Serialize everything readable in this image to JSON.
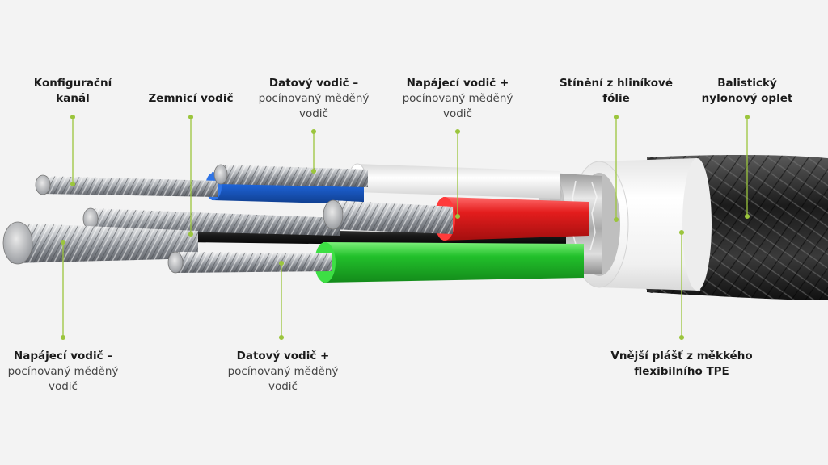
{
  "labels": {
    "config": [
      "Konfigurační",
      "kanál"
    ],
    "ground": "Zemnicí vodič",
    "data_minus": {
      "bold": "Datový vodič –",
      "normal": [
        "pocínovaný měděný",
        "vodič"
      ]
    },
    "power_plus": {
      "bold": "Napájecí vodič +",
      "normal": [
        "pocínovaný měděný",
        "vodič"
      ]
    },
    "shield": [
      "Stínění z hliníkové",
      "fólie"
    ],
    "braid": [
      "Balistický",
      "nylonový oplet"
    ],
    "power_minus": {
      "bold": "Napájecí vodič –",
      "normal": [
        "pocínovaný měděný",
        "vodič"
      ]
    },
    "data_plus": {
      "bold": "Datový vodič +",
      "normal": [
        "pocínovaný měděný",
        "vodič"
      ]
    },
    "jacket": [
      "Vnější plášť z měkkého",
      "flexibilního TPE"
    ]
  },
  "colors": {
    "leader": "#9bc53d",
    "white_insulation": "#f7f7f7",
    "blue_insulation": "#1e63d6",
    "red_insulation": "#e41d1d",
    "green_insulation": "#22c02b",
    "black_insulation": "#1a1a1a",
    "jacket": "#fbfbfb",
    "braid": "#2a2a2a",
    "foil": "#c9c9c9",
    "copper": "#b9bcc0"
  }
}
